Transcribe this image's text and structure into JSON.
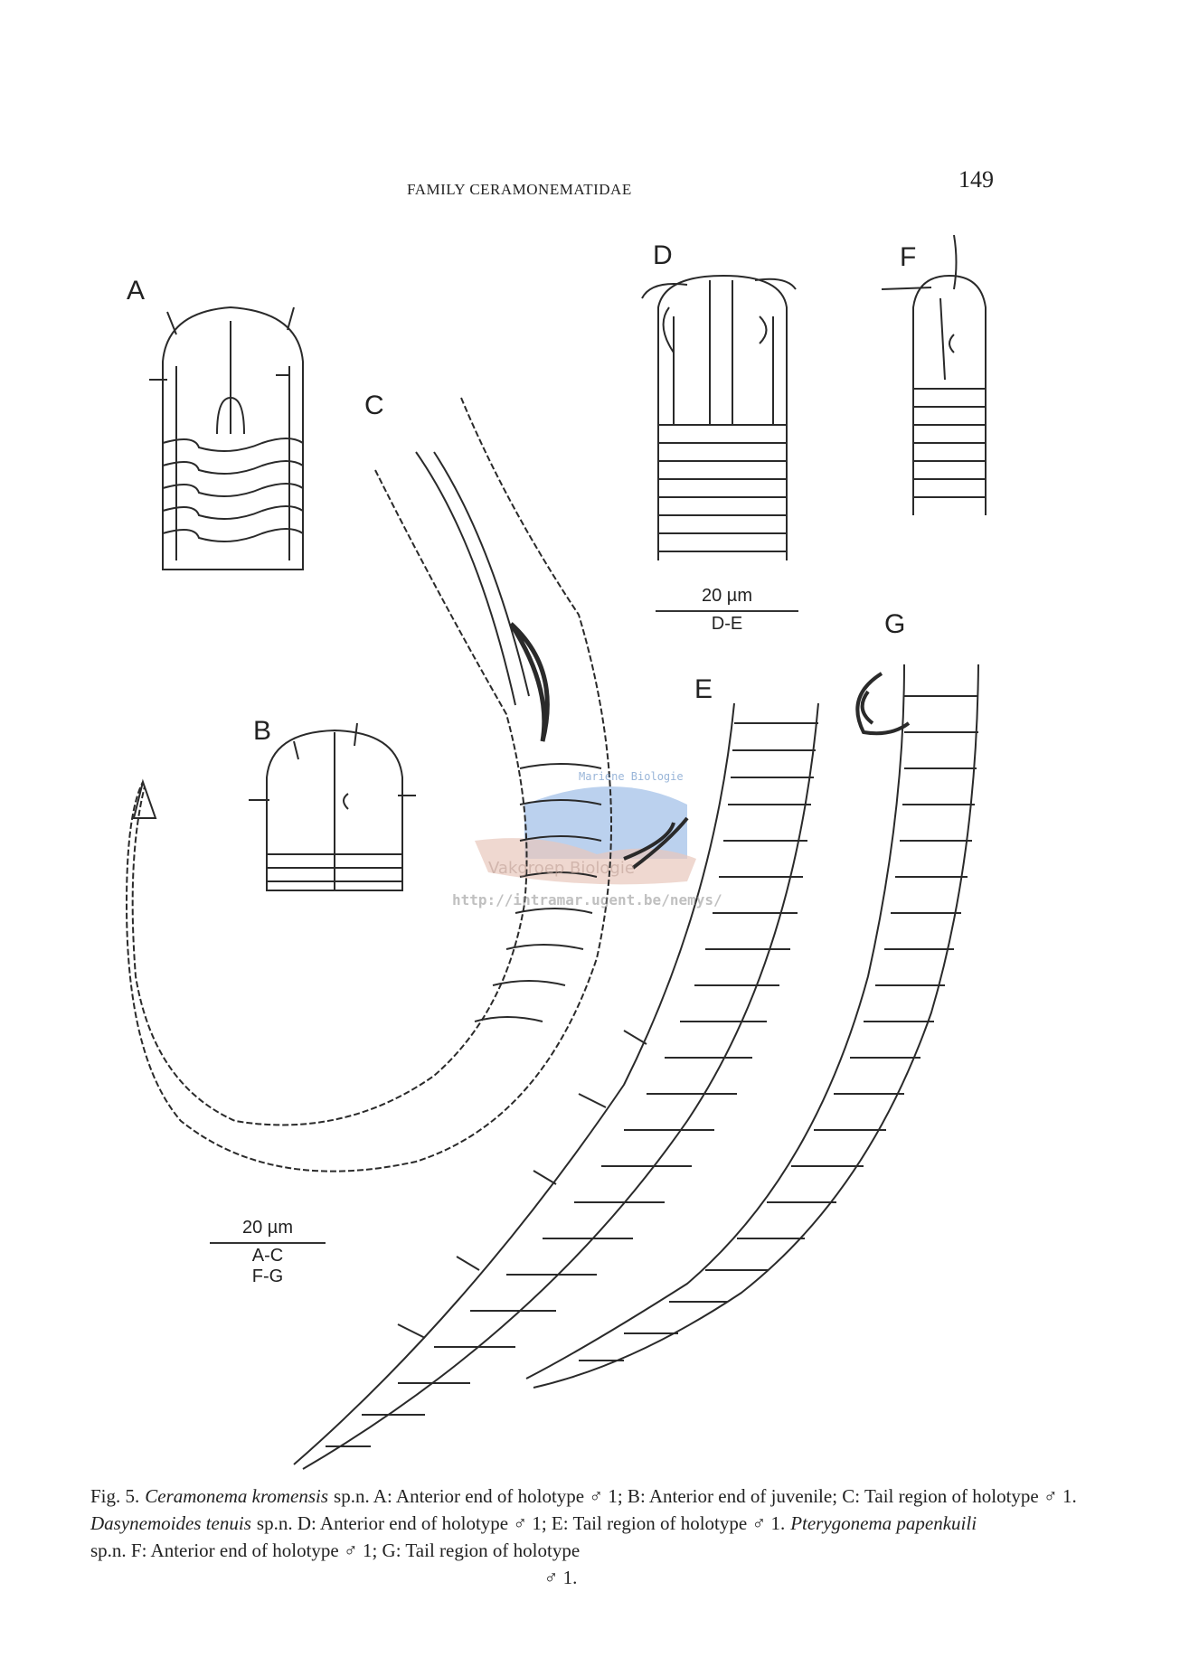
{
  "header": {
    "running_head": "FAMILY CERAMONEMATIDAE",
    "page_number": "149"
  },
  "figure": {
    "panel_labels": [
      "A",
      "B",
      "C",
      "D",
      "E",
      "F",
      "G"
    ],
    "scale_bars": [
      {
        "length": "20 µm",
        "panels": [
          "D-E"
        ]
      },
      {
        "length": "20 µm",
        "panels": [
          "A-C",
          "F-G"
        ]
      }
    ],
    "watermark": {
      "arc_text": "Mariene Biologie",
      "group": "Vakgroep Biologie",
      "url": "http://intramar.ugent.be/nemys/"
    }
  },
  "caption": {
    "fig": "Fig. 5.",
    "species1": "Ceramonema kromensis",
    "part1": " sp.n. A: Anterior end of holotype ♂ 1; B: Anterior end of juvenile; C: Tail region of holotype ♂ 1. ",
    "species2": "Dasynemoides tenuis",
    "part2": " sp.n. D: Anterior end of holotype ♂ 1; E: Tail region of holotype ♂ 1. ",
    "species3": "Pterygonema papenkuili",
    "part3": " sp.n. F: Anterior end of holotype ♂ 1; G: Tail region of holotype",
    "last_line": "♂ 1."
  }
}
